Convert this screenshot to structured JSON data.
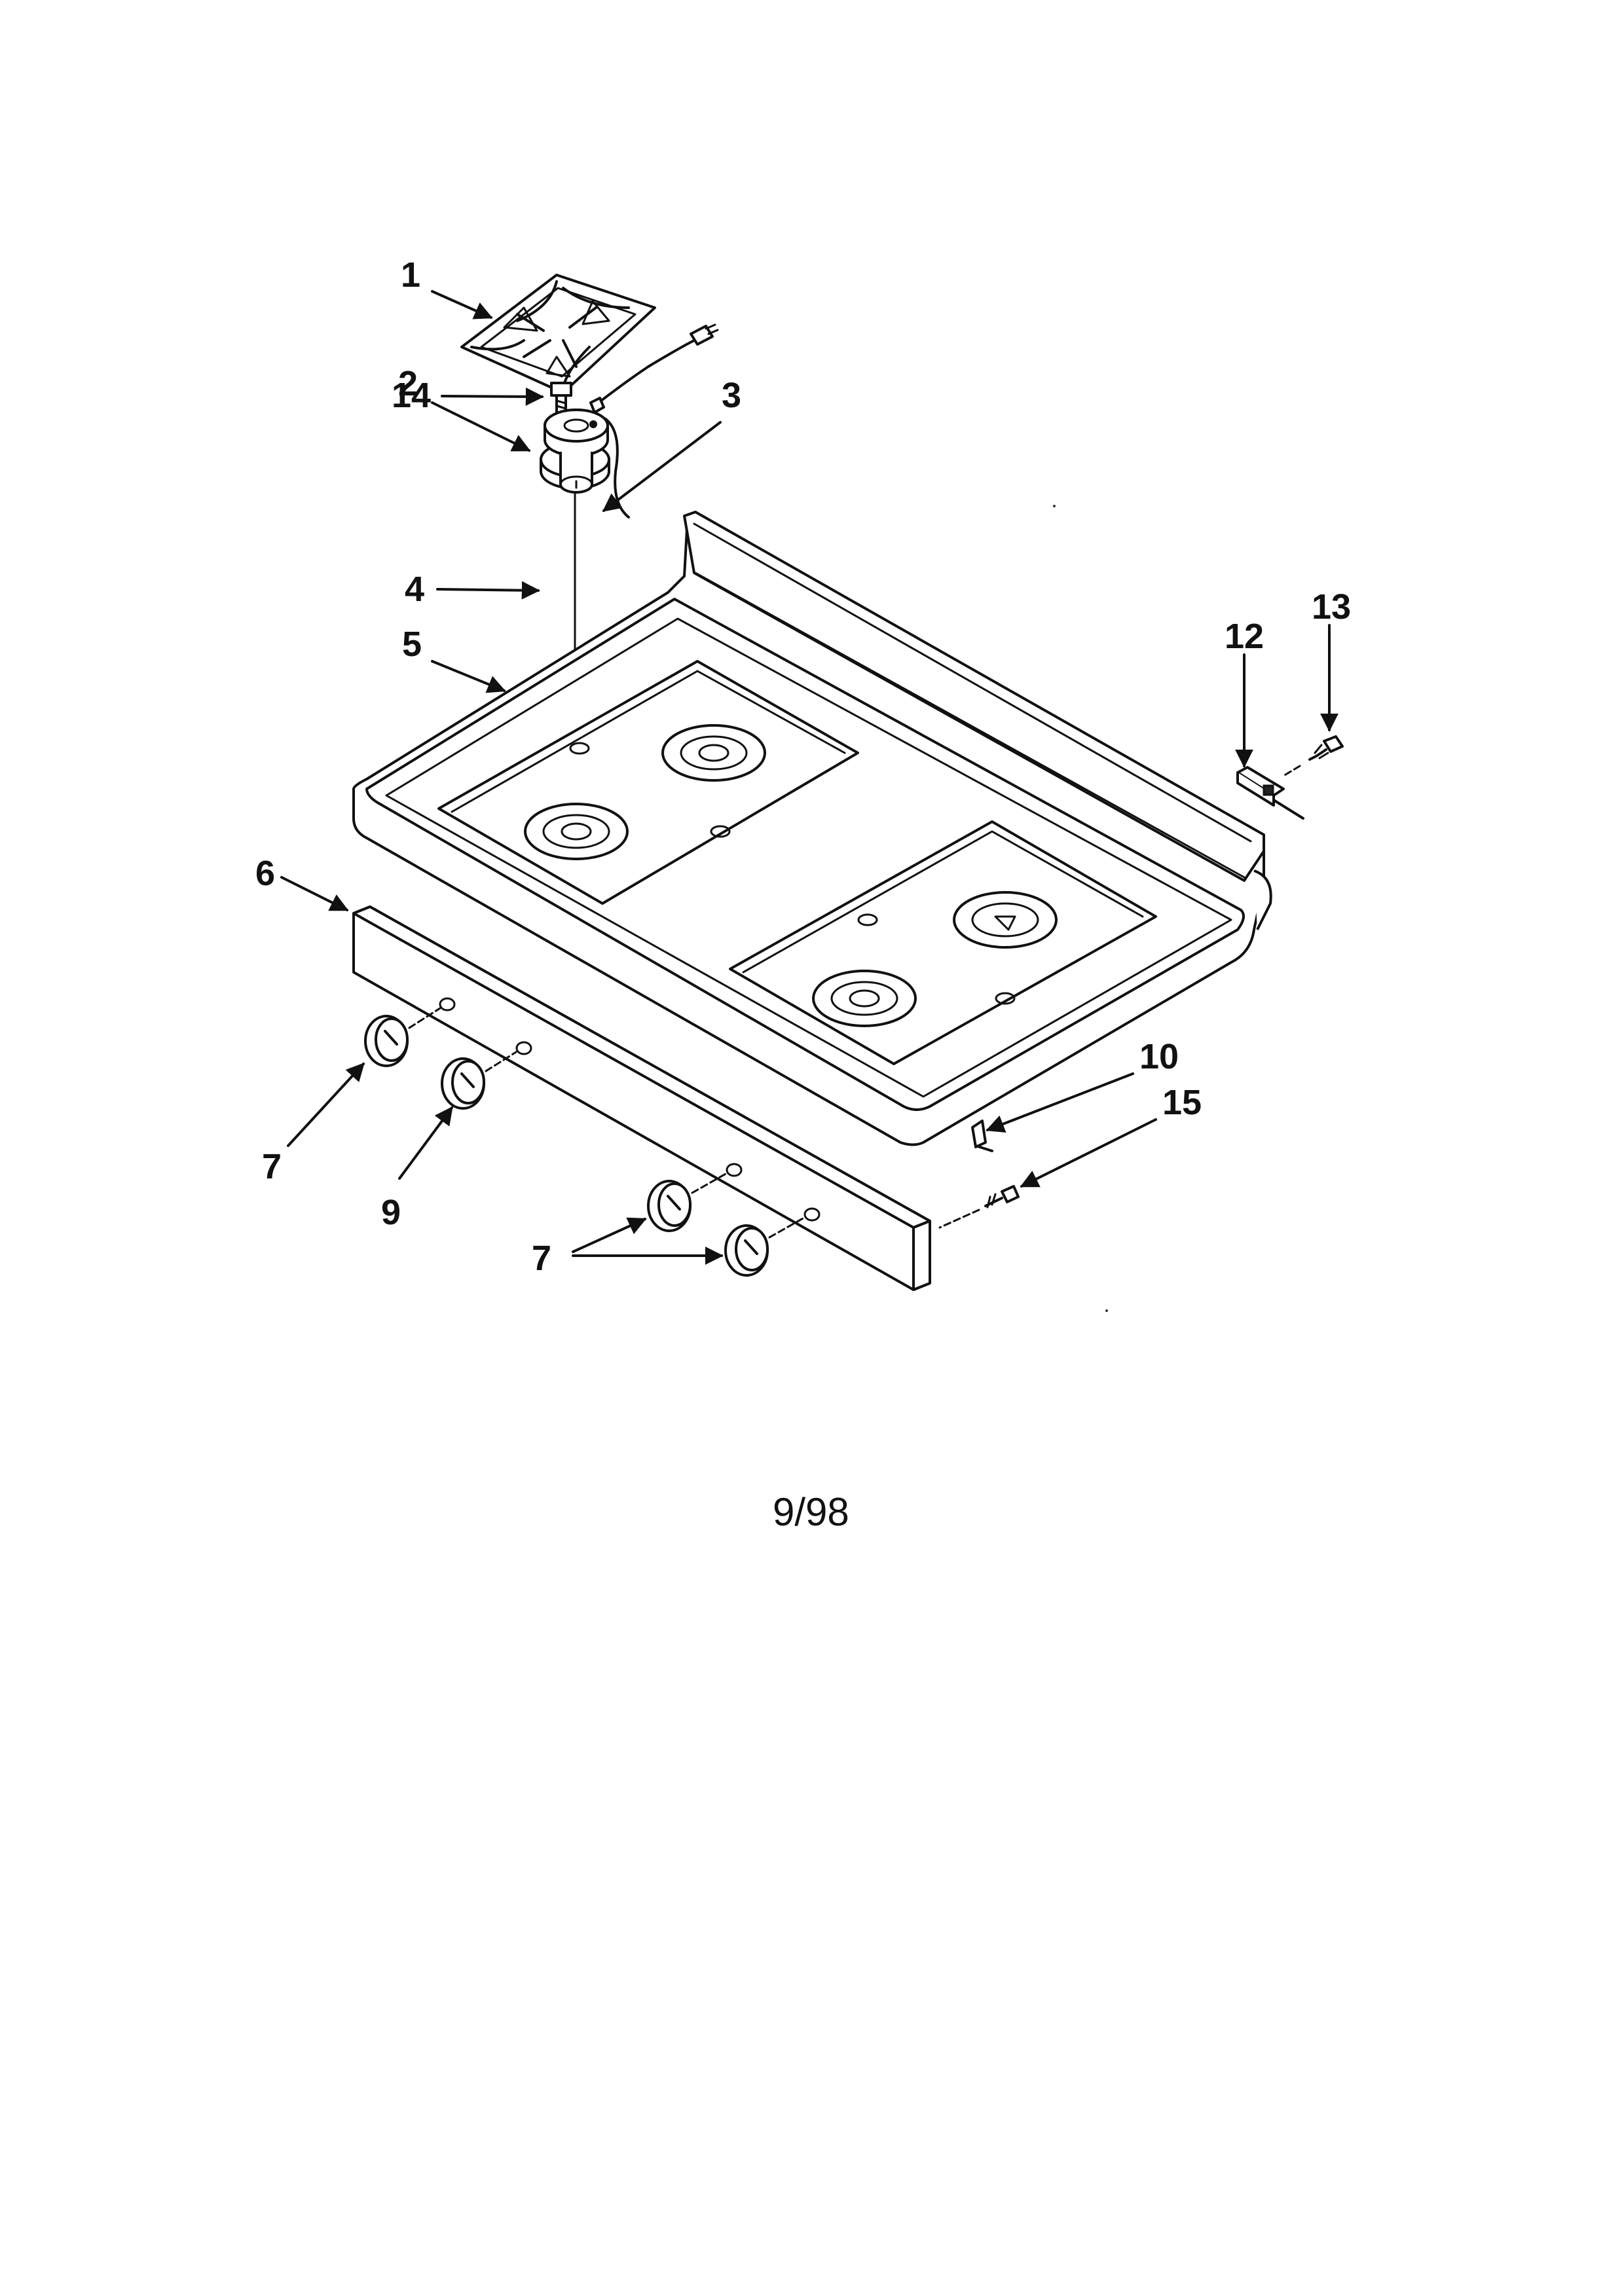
{
  "callouts": {
    "c1": "1",
    "c2": "2",
    "c3": "3",
    "c4": "4",
    "c5": "5",
    "c6": "6",
    "c7a": "7",
    "c7b": "7",
    "c9": "9",
    "c10": "10",
    "c12": "12",
    "c13": "13",
    "c14": "14",
    "c15": "15"
  },
  "footer": {
    "date_code": "9/98"
  }
}
